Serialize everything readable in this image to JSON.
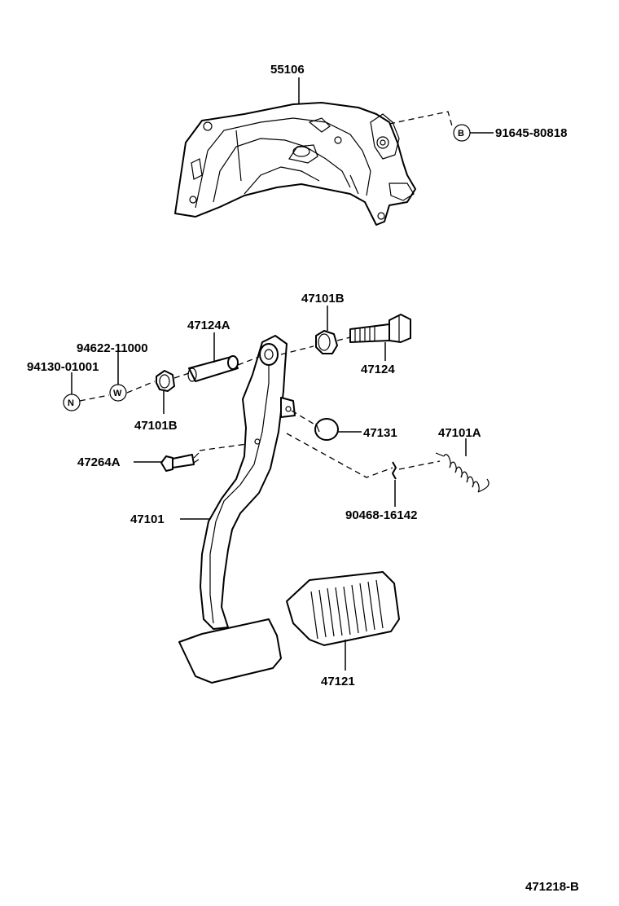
{
  "diagram_id": "471218-B",
  "parts": {
    "bracket": "55106",
    "bolt_b": "91645-80818",
    "bush_upper": "47101B",
    "collar": "47124A",
    "bolt": "47124",
    "washer": "94622-11000",
    "nut": "94130-01001",
    "bush_lower": "47101B",
    "stopper": "47131",
    "spring": "47101A",
    "pin": "47264A",
    "clip": "90468-16142",
    "pedal_arm": "47101",
    "pedal_pad": "47121"
  },
  "symbols": {
    "bolt_symbol": "B",
    "washer_symbol": "W",
    "nut_symbol": "N"
  }
}
